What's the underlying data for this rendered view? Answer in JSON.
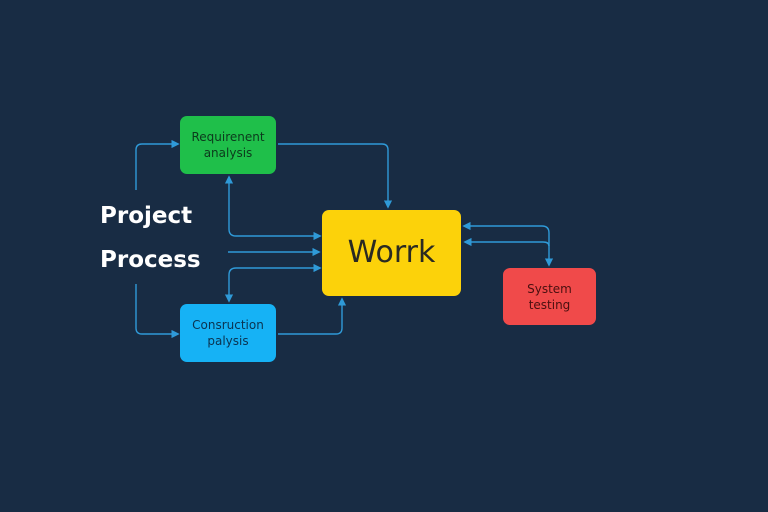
{
  "diagram": {
    "title_lines": [
      "Project",
      "Process"
    ],
    "nodes": {
      "requirement": {
        "lines": [
          "Requirenent",
          "analysis"
        ],
        "color": "#1fbf4a"
      },
      "construction": {
        "lines": [
          "Consruction",
          "palysis"
        ],
        "color": "#16b2f5"
      },
      "work": {
        "label": "Worrk",
        "color": "#fcd20a"
      },
      "system_testing": {
        "lines": [
          "System",
          "testing"
        ],
        "color": "#f04a4a"
      }
    },
    "connector_color": "#2f9ad8",
    "background": "#182c44"
  }
}
